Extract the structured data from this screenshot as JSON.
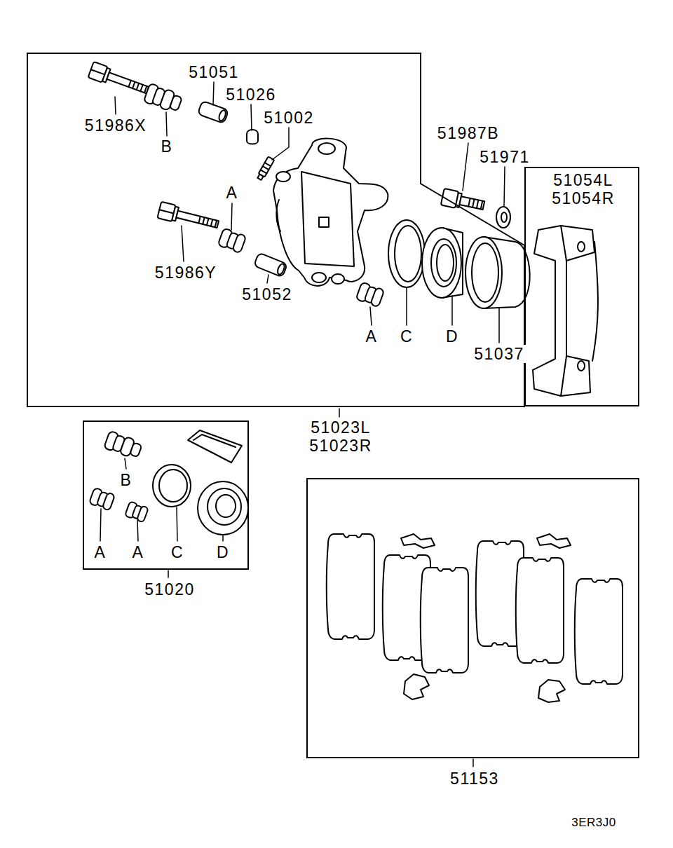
{
  "diagram": {
    "nodes": [
      {
        "text": [
          "51023L 51023R"
        ]
      },
      {
        "text": [
          "51054L 51054R"
        ],
        "in": 0
      },
      {
        "text": [
          "51020"
        ]
      },
      {
        "text": [
          "51153"
        ]
      }
    ],
    "labels": [
      "51986X",
      "B",
      "51051",
      "51026",
      "51002",
      "A",
      "51986Y",
      "51052",
      "A",
      "C",
      "D",
      "51037",
      "51987B",
      "51971",
      "B",
      "A",
      "A",
      "C",
      "D",
      "3ER3J0"
    ]
  }
}
